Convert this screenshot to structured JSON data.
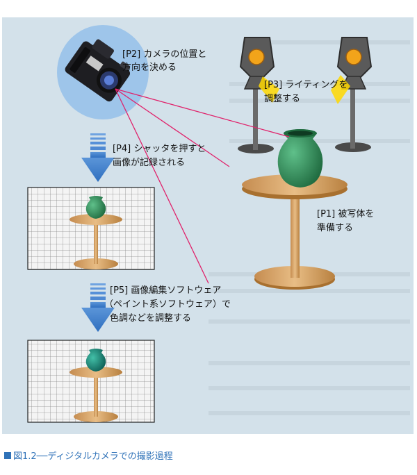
{
  "labels": {
    "p2_line1": "[P2] カメラの位置と",
    "p2_line2": "方向を決める",
    "p3_line1": "[P3] ライティングを",
    "p3_line2": "調整する",
    "p4_line1": "[P4] シャッタを押すと",
    "p4_line2": "画像が記録される",
    "p1_line1": "[P1] 被写体を",
    "p1_line2": "準備する",
    "p5_line1": "[P5] 画像編集ソフトウェア",
    "p5_line2": "（ペイント系ソフトウェア）で",
    "p5_line3": "色調などを調整する"
  },
  "caption": {
    "text": "図1.2──ディジタルカメラでの撮影過程"
  },
  "colors": {
    "panel": "#d3e1ea",
    "accent": "#2f72b8",
    "ray": "#e0226b",
    "vase": "#2e8a55",
    "table": "#d8a86c",
    "lamp_glow": "#ffd800",
    "camera_halo": "#9ec5ea"
  }
}
